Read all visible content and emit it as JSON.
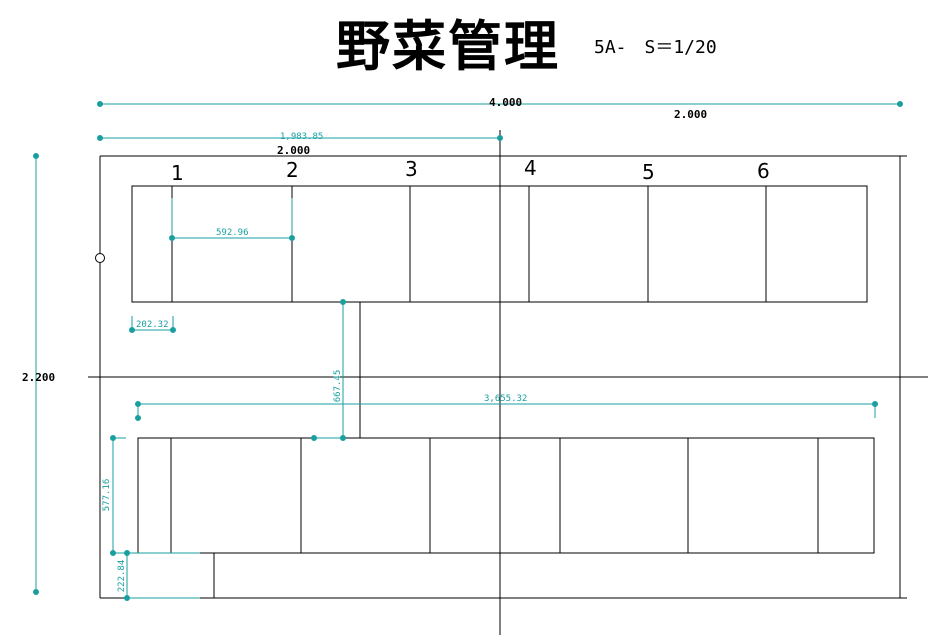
{
  "title": "野菜管理",
  "subtitle": "5A-　S＝1/20",
  "colors": {
    "dimension": "#1a9fa0",
    "line": "#000000"
  },
  "dimensions": {
    "total_width": "4.000",
    "half_width_right": "2.000",
    "half_width_left": "2.000",
    "top_row_span": "1,983.85",
    "total_height": "2.200",
    "cell_width": "592.96",
    "left_gap": "202.32",
    "aisle_height": "667.45",
    "bottom_row_span": "3,655.32",
    "bottom_row_height": "577.16",
    "bottom_margin": "222.84"
  },
  "column_numbers": [
    "1",
    "2",
    "3",
    "4",
    "5",
    "6"
  ]
}
